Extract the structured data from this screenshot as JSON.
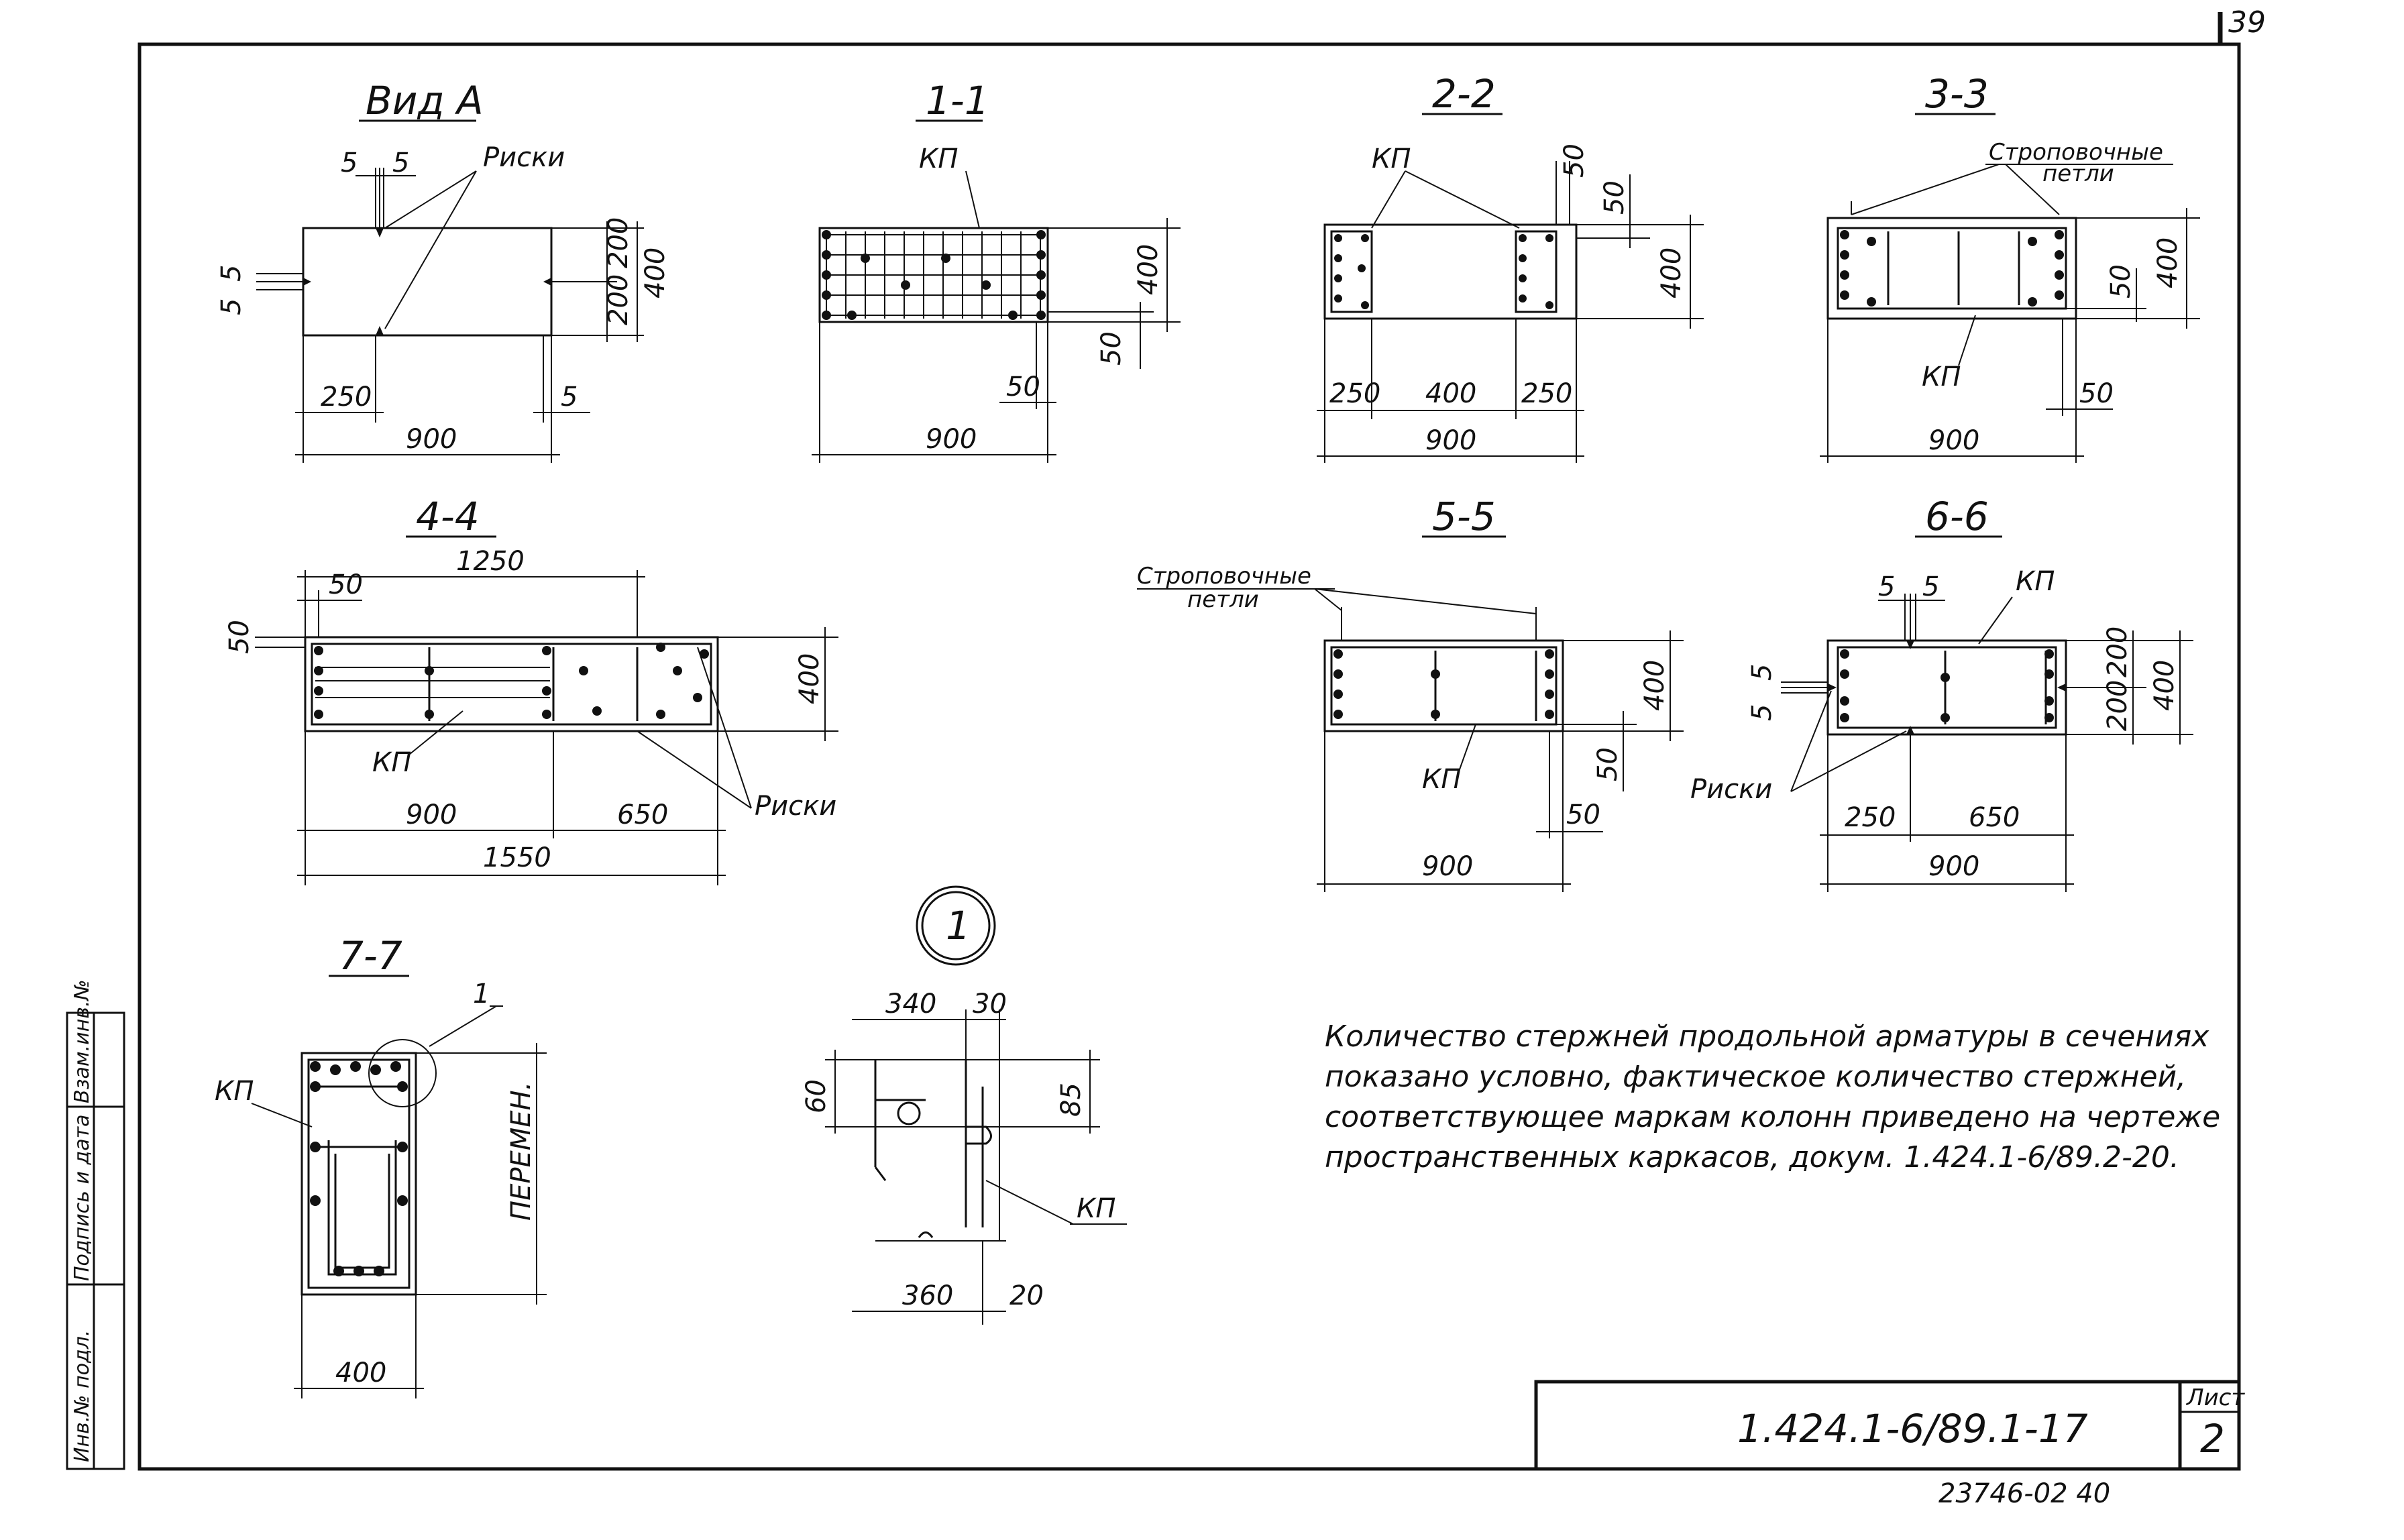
{
  "page_number": "39",
  "titles": {
    "view_a": "Вид А",
    "s1": "1-1",
    "s2": "2-2",
    "s3": "3-3",
    "s4": "4-4",
    "s5": "5-5",
    "s6": "6-6",
    "s7": "7-7",
    "detail": "1"
  },
  "labels": {
    "riski": "Риски",
    "kp": "КП",
    "strop_1": "Строповочные",
    "strop_2": "петли",
    "peremen": "ПЕРЕМЕН.",
    "detail_ref": "1"
  },
  "dims": {
    "v5": "5",
    "v50": "50",
    "v200": "200",
    "v250": "250",
    "v340": "340",
    "v360": "360",
    "v400": "400",
    "v650": "650",
    "v900": "900",
    "v1250": "1250",
    "v1550": "1550",
    "v30": "30",
    "v20": "20",
    "v60": "60",
    "v85": "85"
  },
  "note": {
    "line1": "Количество стержней продольной арматуры в сечениях",
    "line2": "показано условно, фактическое количество стержней,",
    "line3": "соответствующее маркам колонн приведено на чертеже",
    "line4": "пространственных каркасов, докум. 1.424.1-6/89.2-20."
  },
  "title_block": {
    "doc_code": "1.424.1-6/89.1-17",
    "sheet_label": "Лист",
    "sheet_no": "2"
  },
  "side_stamp": {
    "inv_podl": "Инв.№ подл.",
    "podpis": "Подпись и дата",
    "vzam": "Взам.инв.№"
  },
  "bottom_code": "23746-02  40"
}
